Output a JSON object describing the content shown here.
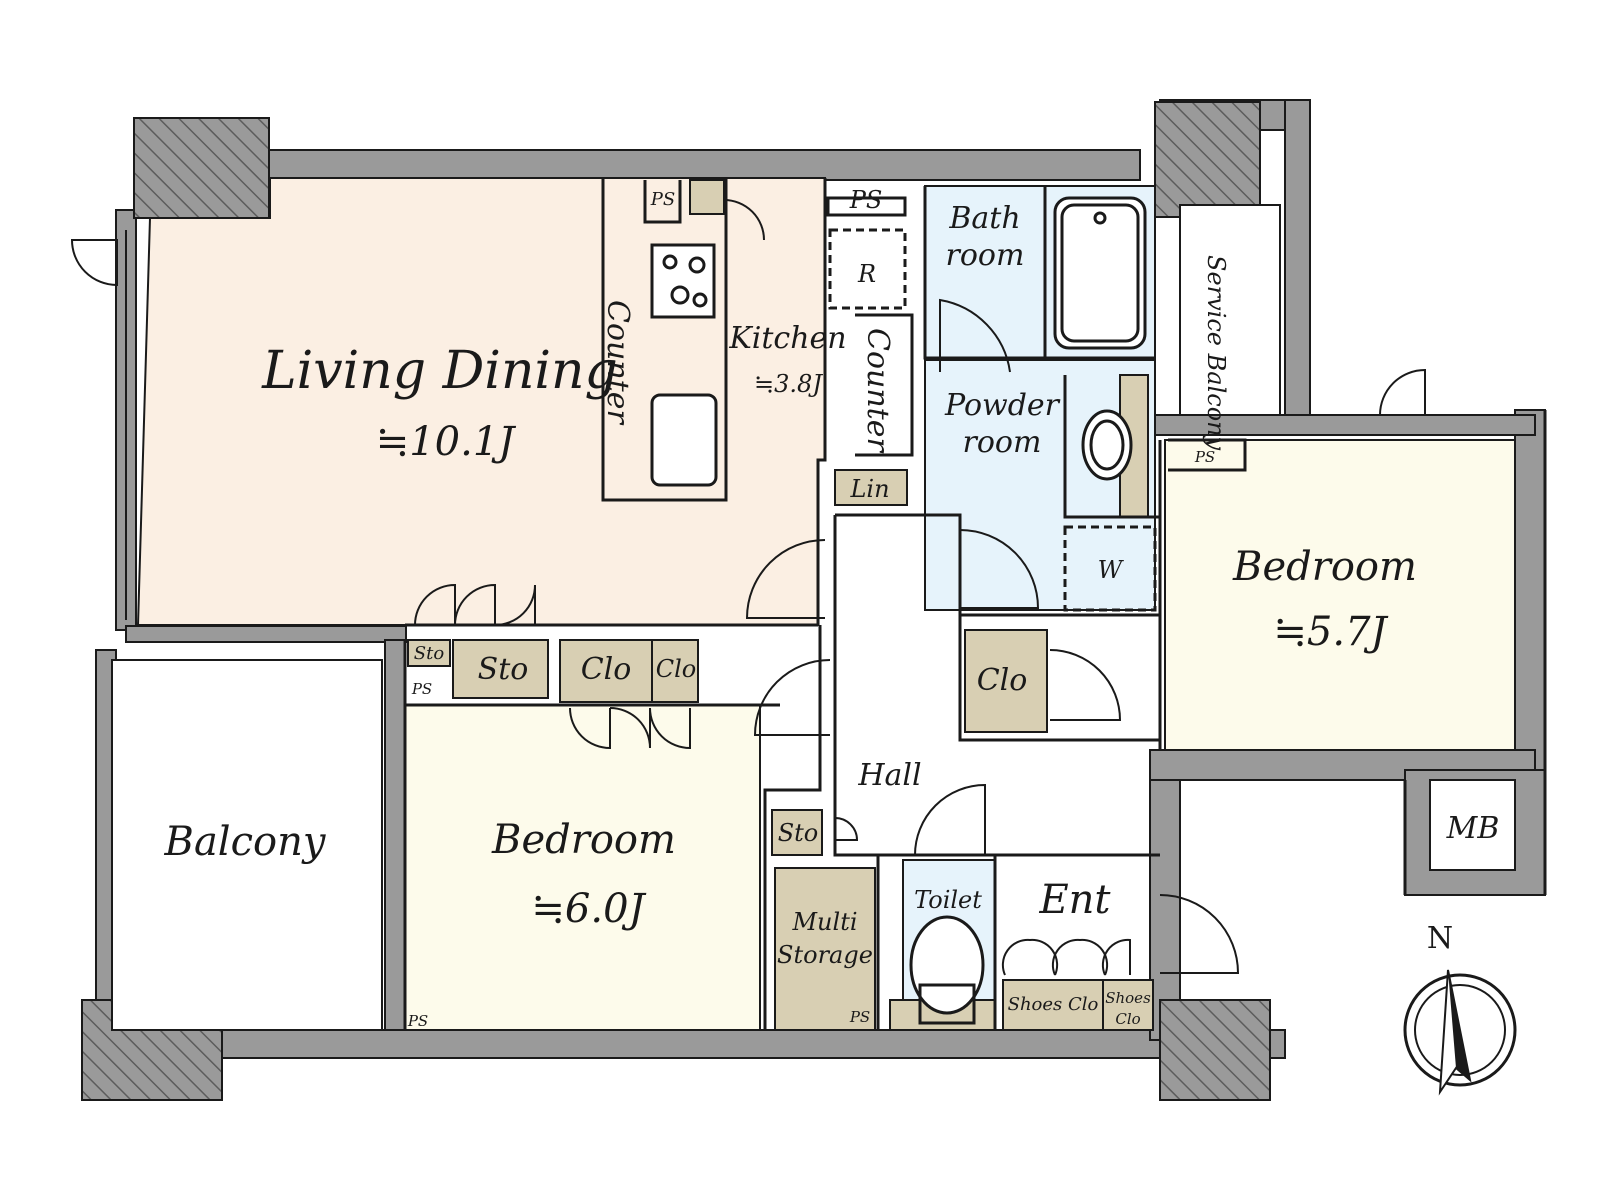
{
  "colors": {
    "wall": "#9a9a9a",
    "living": "#fbefe3",
    "bedroom": "#fdfbeb",
    "wet": "#e6f3fb",
    "storage": "#d8cfb3",
    "line": "#1a1a1a"
  },
  "rooms": {
    "living_dining": {
      "name": "Living Dining",
      "size": "≒10.1J"
    },
    "kitchen": {
      "name": "Kitchen",
      "size": "≒3.8J"
    },
    "bedroom_left": {
      "name": "Bedroom",
      "size": "≒6.0J"
    },
    "bedroom_right": {
      "name": "Bedroom",
      "size": "≒5.7J"
    },
    "balcony": "Balcony",
    "service_balcony": "Service Balcony",
    "bath_room": [
      "Bath",
      "room"
    ],
    "powder_room": [
      "Powder",
      "room"
    ],
    "hall": "Hall",
    "toilet": "Toilet",
    "entrance": "Ent",
    "multi_storage": [
      "Multi",
      "Storage"
    ],
    "mb": "MB"
  },
  "labels": {
    "counter": "Counter",
    "ps": "PS",
    "refrigerator": "R",
    "linen": "Lin",
    "washer": "W",
    "storage": "Sto",
    "closet": "Clo",
    "shoes_closet": "Shoes Clo",
    "shoes_closet_small": [
      "Shoes",
      "Clo"
    ]
  },
  "compass": {
    "north": "N"
  }
}
